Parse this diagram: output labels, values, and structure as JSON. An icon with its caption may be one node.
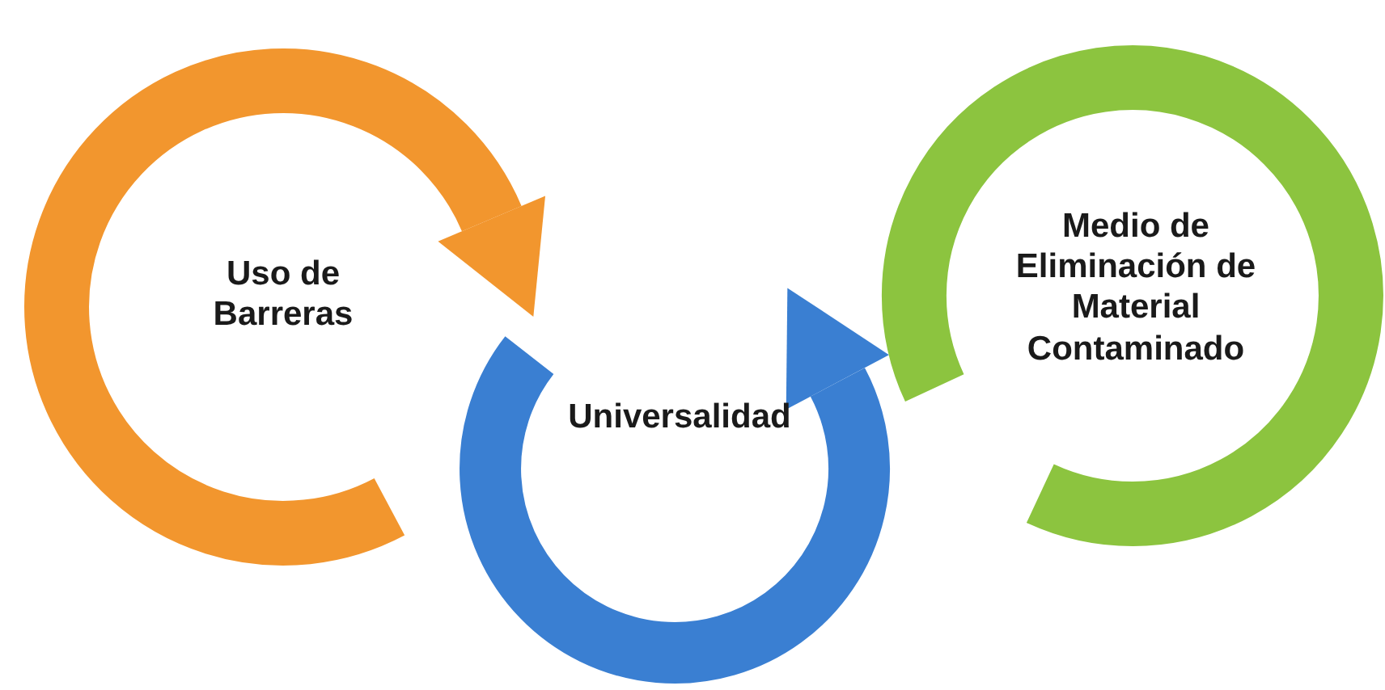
{
  "diagram": {
    "nodes": [
      {
        "text": [
          "Uso de Barreras"
        ]
      },
      {
        "text": [
          "Universalidad"
        ]
      },
      {
        "text": [
          "Medio de Eliminación de Material Contaminado"
        ]
      }
    ]
  }
}
